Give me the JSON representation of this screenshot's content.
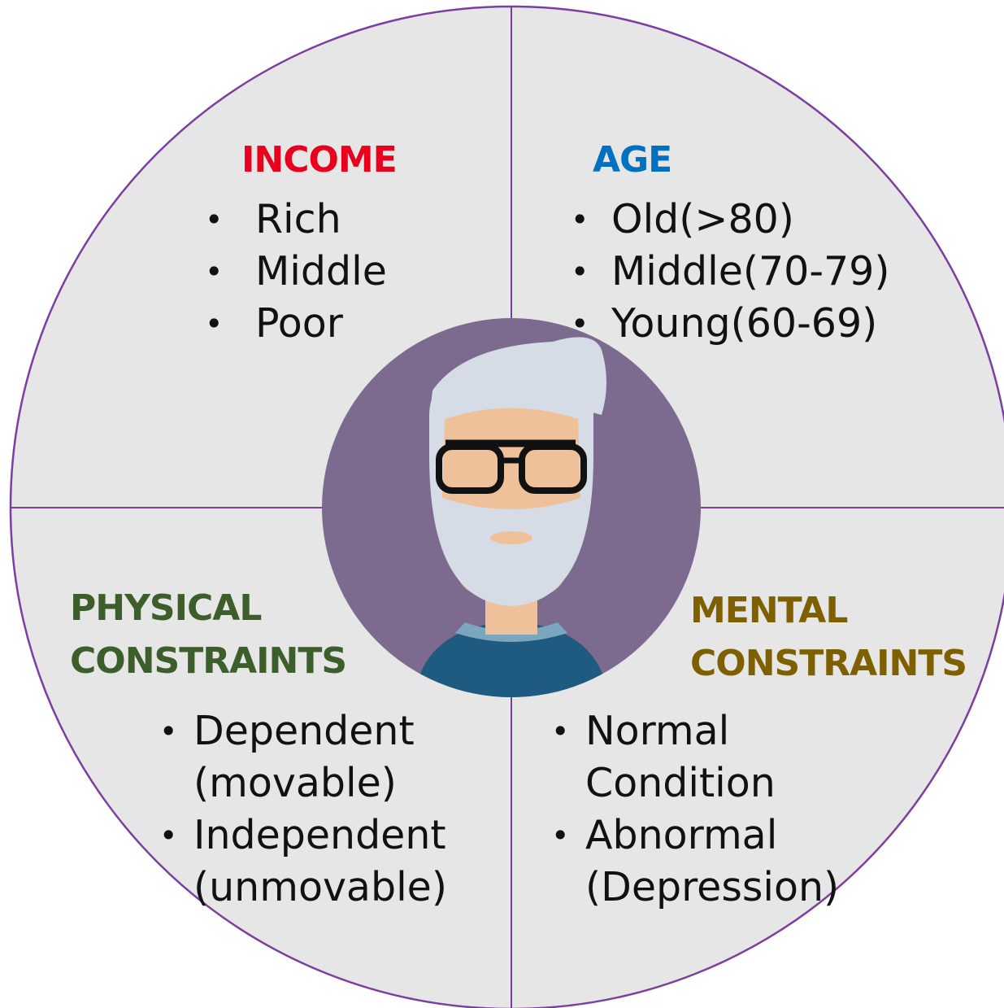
{
  "colors": {
    "circle_fill": "#e6e6e6",
    "circle_stroke": "#7b3fa0",
    "avatar_background": "#7d6a8f",
    "hair_beard": "#d5dce6",
    "skin": "#efc19a",
    "shirt": "#1f5a80",
    "collar": "#7ba6bf",
    "income": "#e8001c",
    "age": "#0070c0",
    "physical": "#3b5e2b",
    "mental": "#7f6000"
  },
  "quadrants": {
    "income": {
      "title": "INCOME",
      "items": [
        "Rich",
        "Middle",
        "Poor"
      ]
    },
    "age": {
      "title": "AGE",
      "items": [
        "Old(>80)",
        "Middle(70-79)",
        "Young(60-69)"
      ]
    },
    "physical": {
      "title_line1": "PHYSICAL",
      "title_line2": "CONSTRAINTS",
      "items": [
        "Dependent\n(movable)",
        "Independent\n(unmovable)"
      ]
    },
    "mental": {
      "title_line1": "MENTAL",
      "title_line2": "CONSTRAINTS",
      "items": [
        "Normal\nCondition",
        "Abnormal\n(Depression)"
      ]
    }
  },
  "center_icon": "elderly-man-avatar-icon",
  "bullet": "•"
}
